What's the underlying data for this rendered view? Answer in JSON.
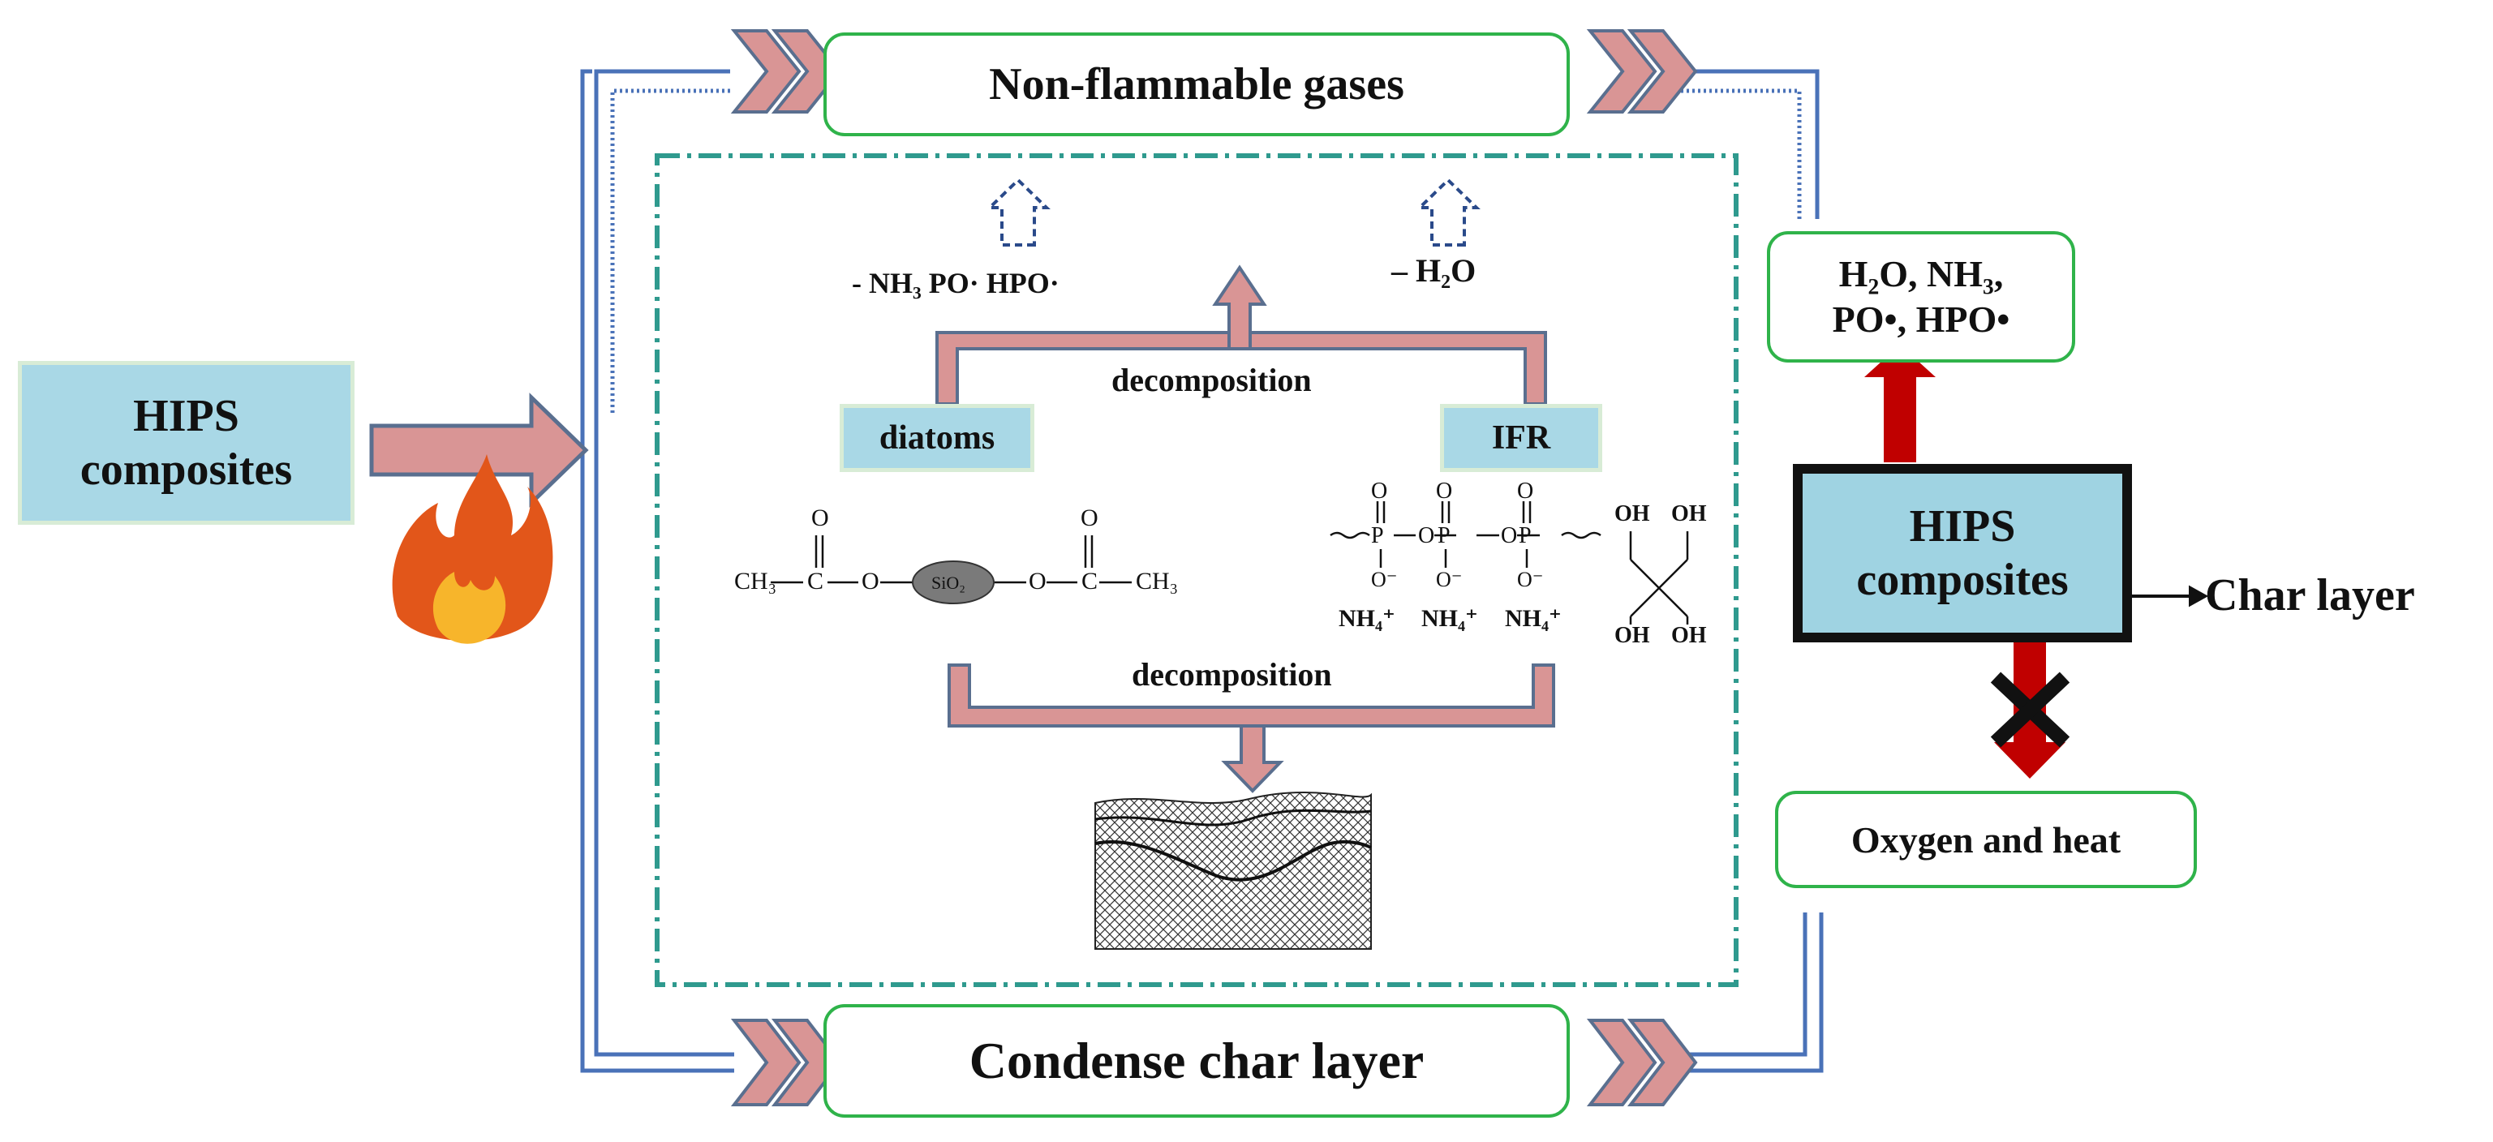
{
  "labels": {
    "hips_left_line1": "HIPS",
    "hips_left_line2": "composites",
    "non_flammable_gases": "Non-flammable gases",
    "condense_char_layer": "Condense char layer",
    "decomposition_top": "decomposition",
    "decomposition_bottom": "decomposition",
    "diatoms": "diatoms",
    "ifr": "IFR",
    "gas_products_line1": "H₂O, NH₃,",
    "gas_products_line2": "PO•, HPO•",
    "hips_right_line1": "HIPS",
    "hips_right_line2": "composites",
    "char_layer": "Char layer",
    "oxygen_and_heat": "Oxygen and heat",
    "released_left": "- NH₃   PO·   HPO·",
    "released_right": "– H₂O"
  },
  "chem": {
    "ch3_left": "CH₃",
    "c_left": "C",
    "o_left": "O",
    "sio2": "SiO₂",
    "o_right": "O",
    "c_right": "C",
    "ch3_right": "CH₃",
    "carbonyl_o_left": "O",
    "carbonyl_o_right": "O",
    "app_chain": "P-O-P-O-P",
    "app_o_top": "O",
    "app_o_minus": "O⁻",
    "ammonium": "NH₄⁺",
    "oh": "OH"
  },
  "colors": {
    "arrow_pink": "#d99595",
    "arrow_stroke": "#5a6f8f",
    "box_green": "#2fb34a",
    "box_blue": "#a9d8e6",
    "frame_teal": "#2f9a8e",
    "line_blue": "#4a72b8",
    "arrow_red": "#c00000",
    "flame_outer": "#e2561a",
    "flame_inner": "#f7b52b"
  }
}
